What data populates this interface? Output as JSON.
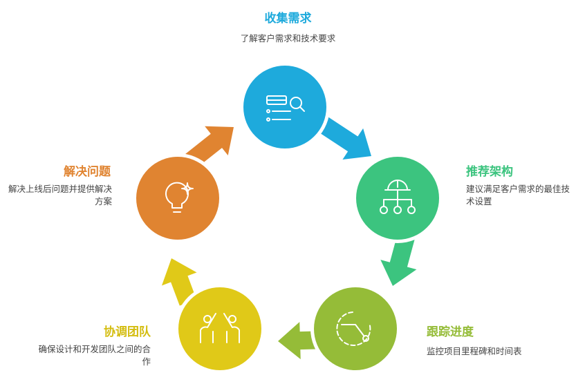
{
  "steps": [
    {
      "title": "收集需求",
      "desc": "了解客户需求和技术要求",
      "color": "#1eaadc",
      "icon": "search-list-icon"
    },
    {
      "title": "推荐架构",
      "desc": "建议满足客户需求的最佳技术设置",
      "color": "#3cc47f",
      "icon": "hierarchy-helmet-icon"
    },
    {
      "title": "跟踪进度",
      "desc": "监控项目里程碑和时间表",
      "color": "#95bc38",
      "icon": "progress-dial-icon"
    },
    {
      "title": "协调团队",
      "desc": "确保设计和开发团队之间的合作",
      "color": "#e0c918",
      "icon": "high-five-icon"
    },
    {
      "title": "解决问题",
      "desc": "解决上线后问题并提供解决方案",
      "color": "#e08431",
      "icon": "lightbulb-icon"
    }
  ]
}
